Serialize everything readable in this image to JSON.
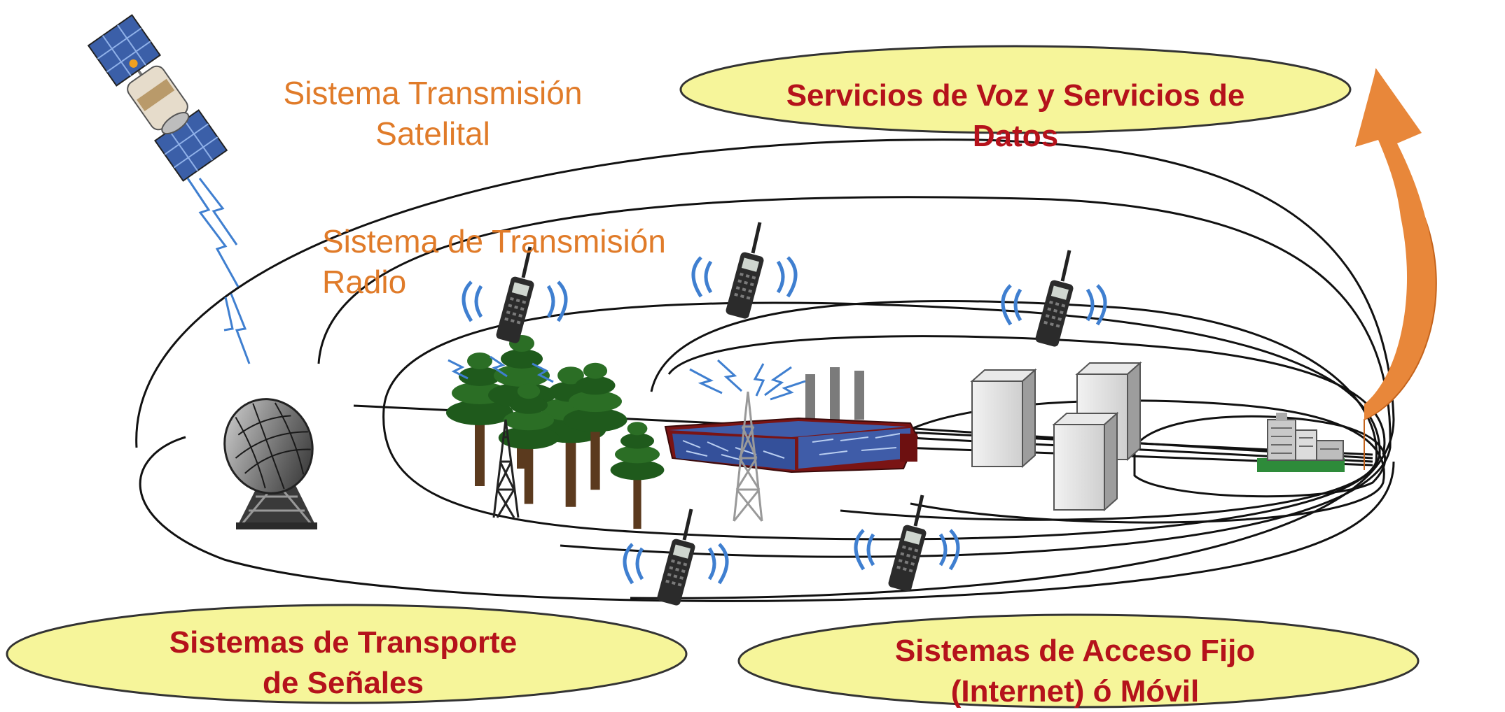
{
  "labels": {
    "satellite_system": "Sistema Transmisión\nSatelital",
    "radio_system": "Sistema de Transmisión\nRadio",
    "services": "Servicios de Voz y Servicios de\nDatos",
    "transport": "Sistemas de Transporte\nde Señales",
    "access": "Sistemas de Acceso Fijo\n(Internet) ó Móvil"
  },
  "colors": {
    "label_orange": "#e07b29",
    "label_red": "#b5121b",
    "oval_fill": "#f6f59a",
    "arrow_fill": "#e8873a",
    "line": "#111111",
    "signal_blue": "#3f7fd0"
  },
  "icons": [
    "satellite-icon",
    "dish-antenna-icon",
    "forest-icon",
    "lattice-tower-icon",
    "factory-icon",
    "radio-mast-icon",
    "office-building-icon",
    "server-cabinet-icon",
    "mobile-phone-icon",
    "curved-arrow-icon"
  ]
}
